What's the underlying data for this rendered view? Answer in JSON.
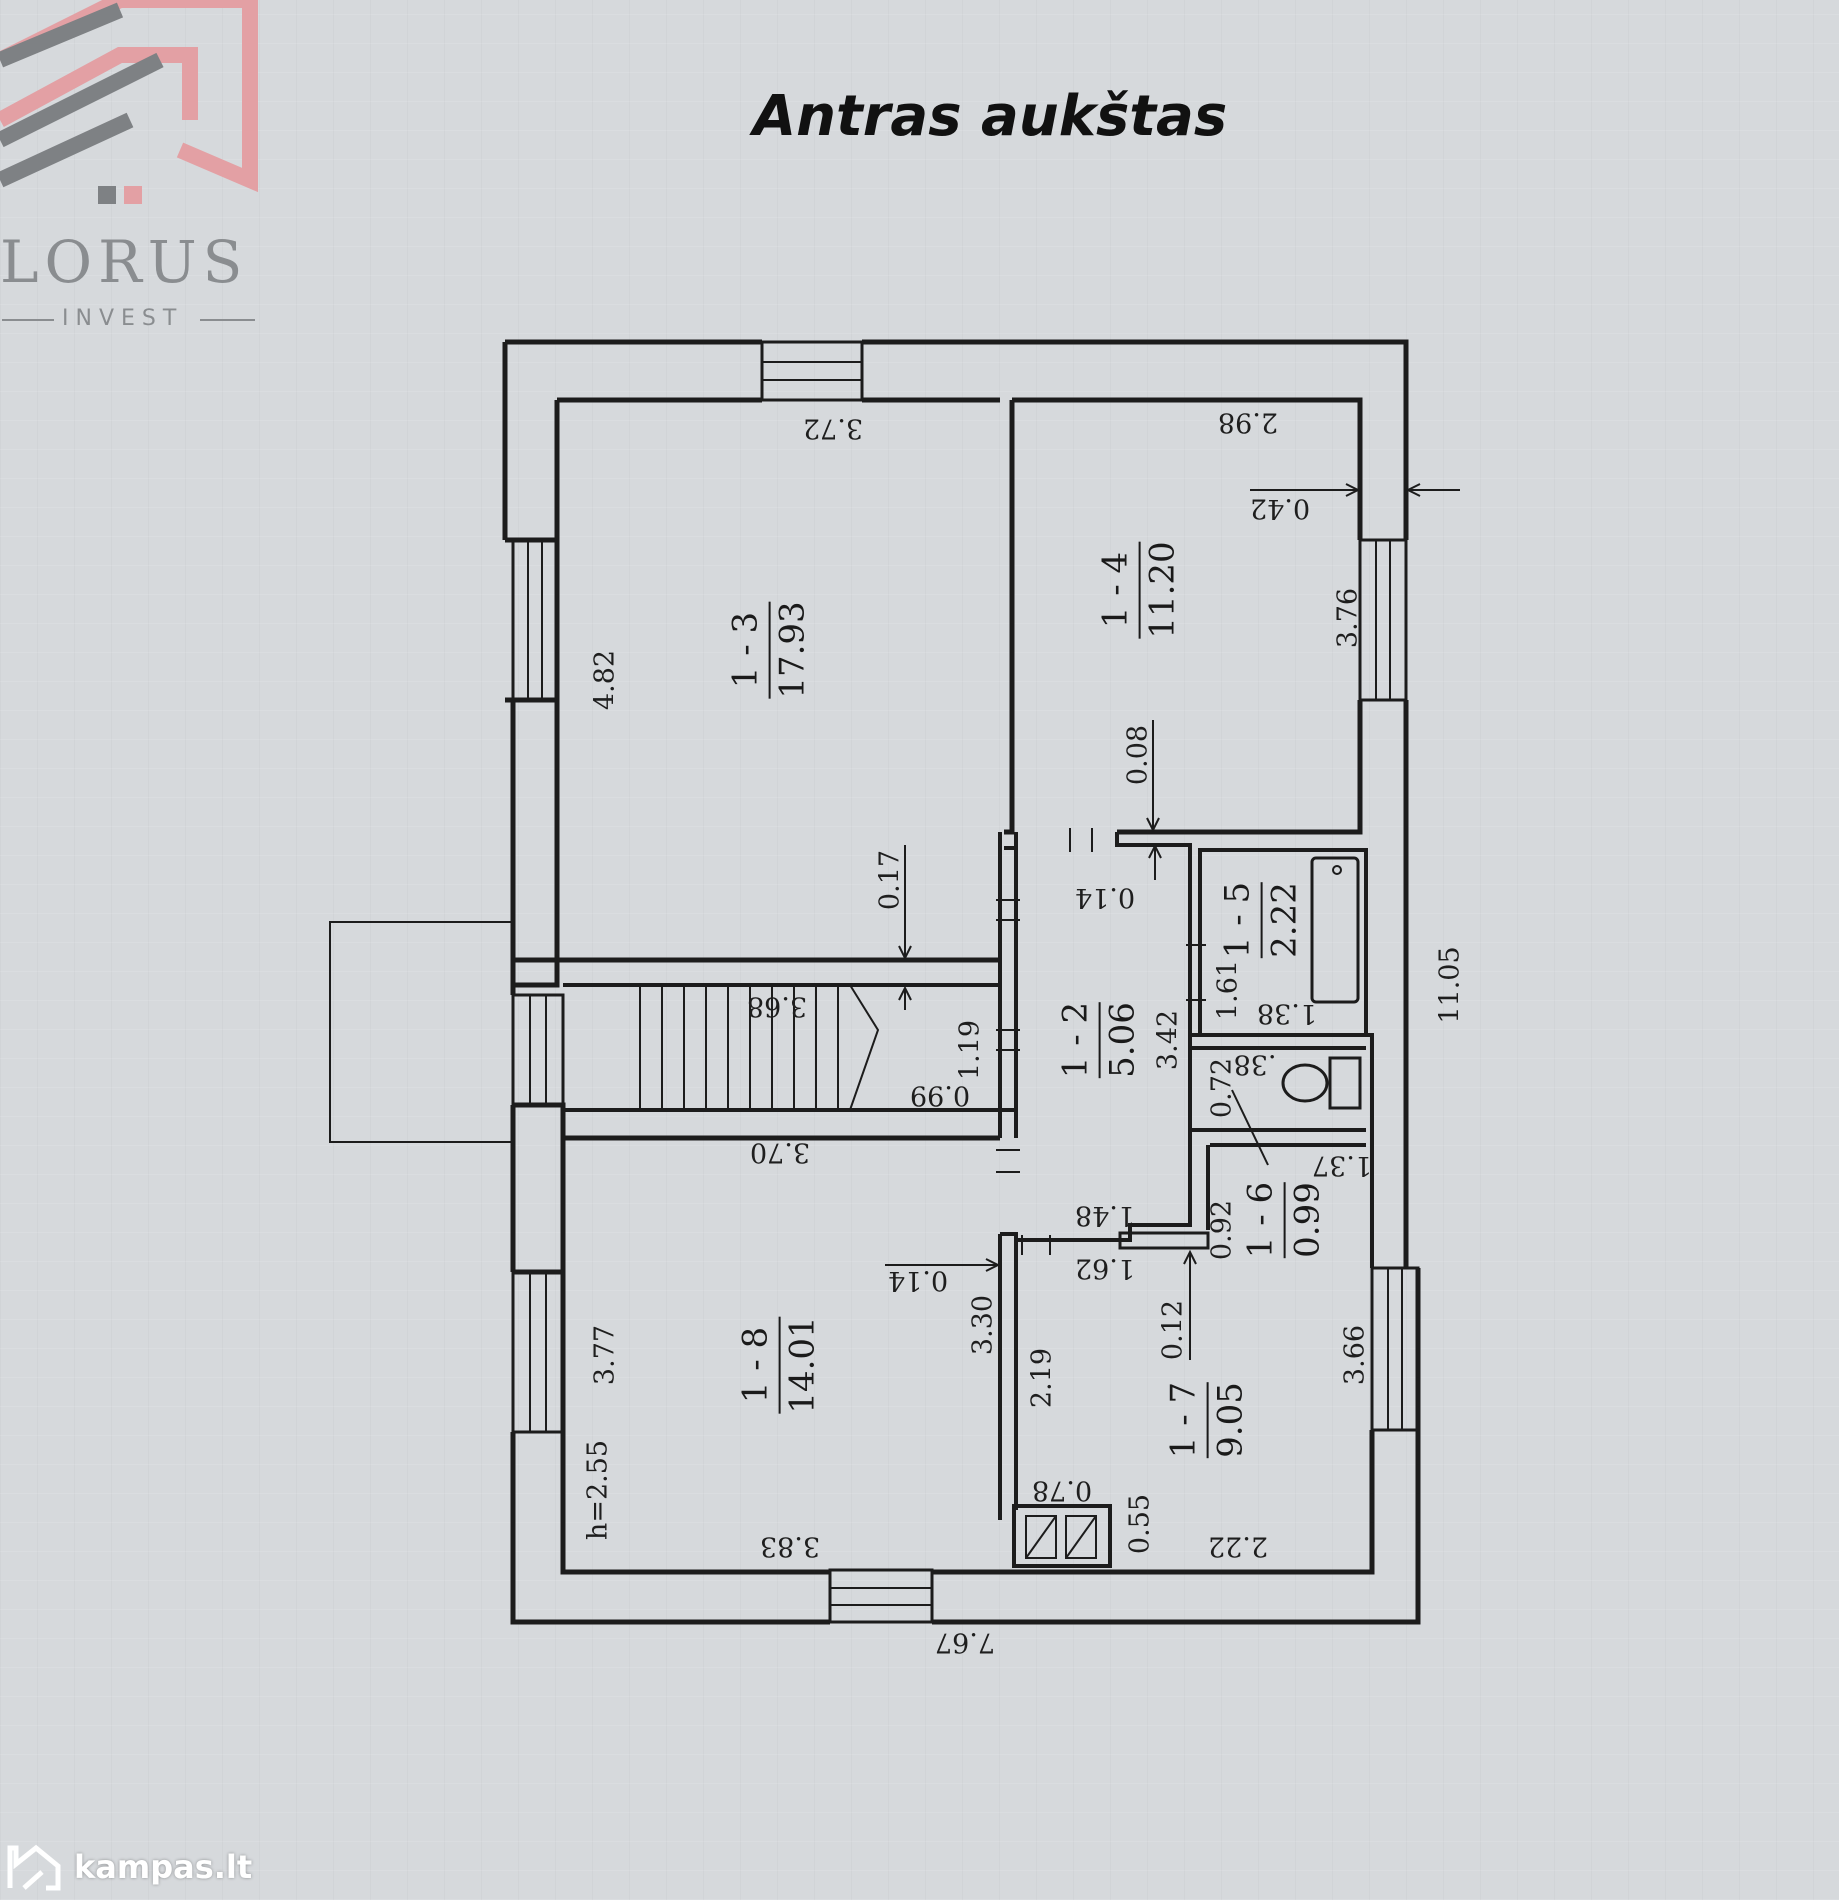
{
  "title": "Antras aukštas",
  "logo": {
    "name": "LORUS",
    "sub": "INVEST"
  },
  "watermark": {
    "text": "kampas.lt"
  },
  "rooms": [
    {
      "id": "1 - 3",
      "area": "17.93"
    },
    {
      "id": "1 - 4",
      "area": "11.20"
    },
    {
      "id": "1 - 5",
      "area": "2.22"
    },
    {
      "id": "1 - 2",
      "area": "5.06"
    },
    {
      "id": "1 - 6",
      "area": "0.99"
    },
    {
      "id": "1 - 8",
      "area": "14.01"
    },
    {
      "id": "1 - 7",
      "area": "9.05"
    }
  ],
  "dimensions": {
    "d372": "3.72",
    "d298": "2.98",
    "d042": "0.42",
    "d482": "4.82",
    "d376": "3.76",
    "d008": "0.08",
    "d017": "0.17",
    "d014a": "0.14",
    "d161": "1.61",
    "d138": "1.38",
    "d1105": "11.05",
    "d368": "3.68",
    "d119": "1.19",
    "d342": "3.42",
    "d099": "0.99",
    "d038": ".38",
    "d072": "0.72",
    "d137": "1.37",
    "d370": "3.70",
    "d092": "0.92",
    "d148": "1.48",
    "d162": "1.62",
    "d014b": "0.14",
    "d012": "0.12",
    "d377": "3.77",
    "d330": "3.30",
    "d219": "2.19",
    "d366": "3.66",
    "d255": "h=2.55",
    "d078": "0.78",
    "d055": "0.55",
    "d383": "3.83",
    "d222": "2.22",
    "d767": "7.67"
  }
}
